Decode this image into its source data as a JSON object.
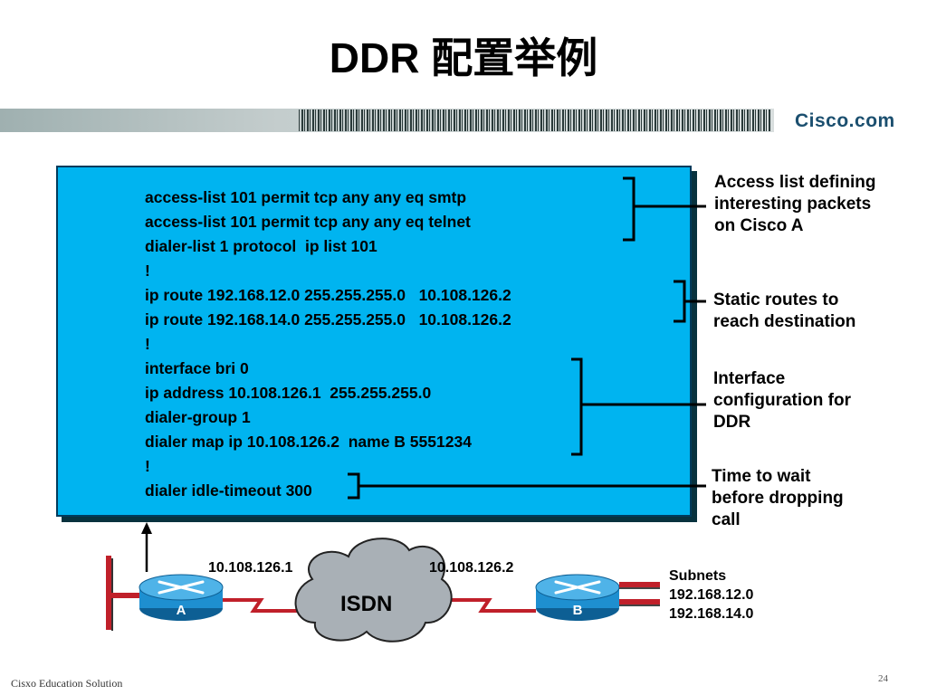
{
  "title": "DDR 配置举例",
  "header": {
    "logo_text": "Cisco.com"
  },
  "config": {
    "lines": [
      "access-list 101 permit tcp any any eq smtp",
      "access-list 101 permit tcp any any eq telnet",
      "dialer-list 1 protocol  ip list 101",
      "!",
      "ip route 192.168.12.0 255.255.255.0   10.108.126.2",
      "ip route 192.168.14.0 255.255.255.0   10.108.126.2",
      "!",
      "interface bri 0",
      "ip address 10.108.126.1  255.255.255.0",
      "dialer-group 1",
      "dialer map ip 10.108.126.2  name B 5551234",
      "!",
      "dialer idle-timeout 300"
    ]
  },
  "annotations": {
    "access_list": "Access list defining\ninteresting packets\non Cisco A",
    "static_routes": "Static routes to\nreach destination",
    "interface": "Interface\nconfiguration for\nDDR",
    "idle_timeout": "Time to wait\nbefore dropping\ncall"
  },
  "network": {
    "router_a_label": "A",
    "router_b_label": "B",
    "ip_a": "10.108.126.1",
    "ip_b": "10.108.126.2",
    "cloud_label": "ISDN",
    "subnets_title": "Subnets",
    "subnet_1": "192.168.12.0",
    "subnet_2": "192.168.14.0"
  },
  "colors": {
    "config_bg": "#00b4f0",
    "router_body": "#1e8fd0",
    "link": "#c0202a",
    "cloud": "#a9b0b6"
  },
  "footer": {
    "text": "Cisxo Education Solution",
    "page": "24"
  }
}
